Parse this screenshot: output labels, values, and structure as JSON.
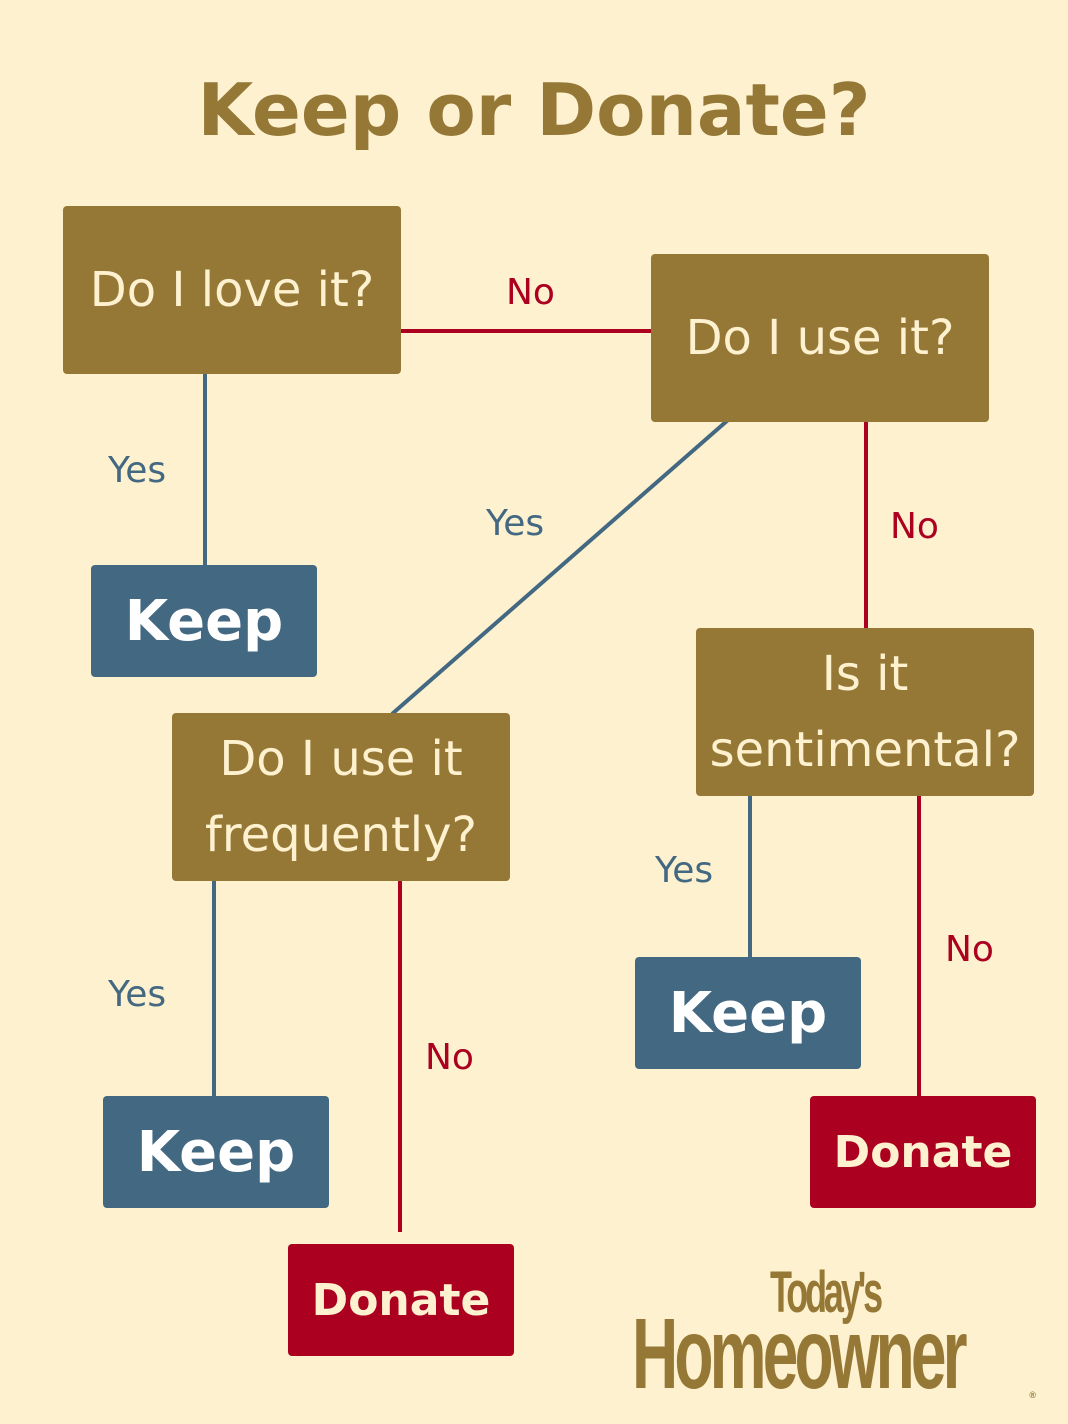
{
  "title": "Keep or Donate?",
  "colors": {
    "background": "#fdf1cf",
    "question": "#967836",
    "keep": "#436882",
    "donate": "#ab0020",
    "yes_line": "#436882",
    "no_line": "#ab0020"
  },
  "nodes": {
    "love": "Do I love it?",
    "use": "Do I use it?",
    "frequent_line1": "Do I use it",
    "frequent_line2": "frequently?",
    "sentimental_line1": "Is it",
    "sentimental_line2": "sentimental?",
    "keep": "Keep",
    "donate": "Donate"
  },
  "edge_labels": {
    "yes": "Yes",
    "no": "No"
  },
  "logo": {
    "line1": "Today's",
    "line2": "Homeowner",
    "mark": "®"
  }
}
